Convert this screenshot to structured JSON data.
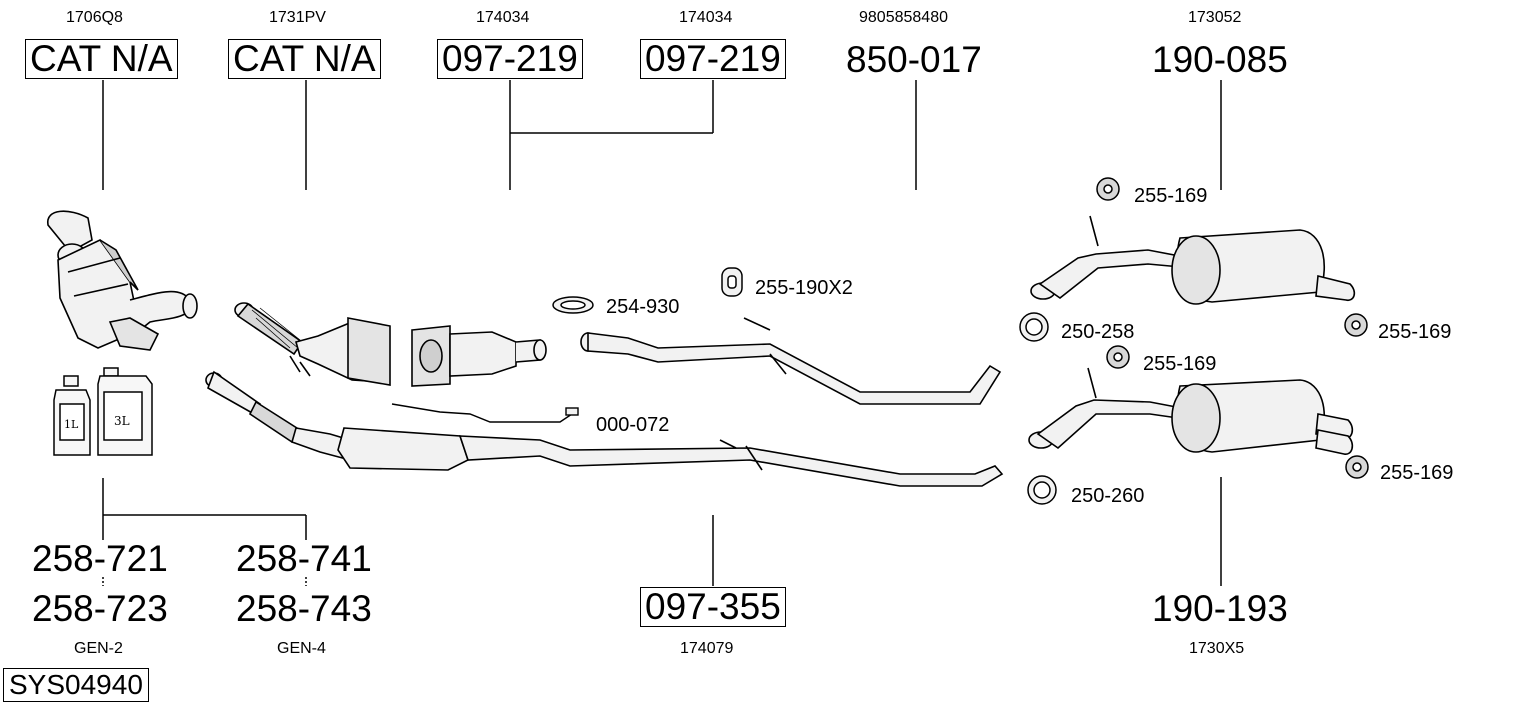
{
  "labels": {
    "top_ref_1": "1706Q8",
    "top_ref_2": "1731PV",
    "top_ref_3": "174034",
    "top_ref_4": "174034",
    "top_ref_5": "9805858480",
    "top_ref_6": "173052",
    "top_part_1": "CAT N/A",
    "top_part_2": "CAT N/A",
    "top_part_3": "097-219",
    "top_part_4": "097-219",
    "top_part_5": "850-017",
    "top_part_6": "190-085",
    "fluid_part_1": "258-721",
    "fluid_part_2": "258-741",
    "fluid_part_3": "258-723",
    "fluid_part_4": "258-743",
    "fluid_ref_1": "GEN-2",
    "fluid_ref_2": "GEN-4",
    "center_part": "097-355",
    "center_ref": "174079",
    "rear_part": "190-193",
    "rear_ref": "1730X5",
    "system_id": "SYS04940",
    "bottle_small_label": "1L",
    "bottle_large_label": "3L"
  },
  "callouts": {
    "clamp_254_930": "254-930",
    "hanger_255_190": "255-190X2",
    "sensor_000_072": "000-072",
    "clamp_250_258": "250-258",
    "clamp_250_260": "250-260",
    "mount_255_169_a": "255-169",
    "mount_255_169_b": "255-169",
    "mount_255_169_c": "255-169",
    "mount_255_169_d": "255-169"
  },
  "colors": {
    "line": "#000000",
    "part_fill": "#f2f2f2",
    "part_shade": "#cfcfcf"
  }
}
